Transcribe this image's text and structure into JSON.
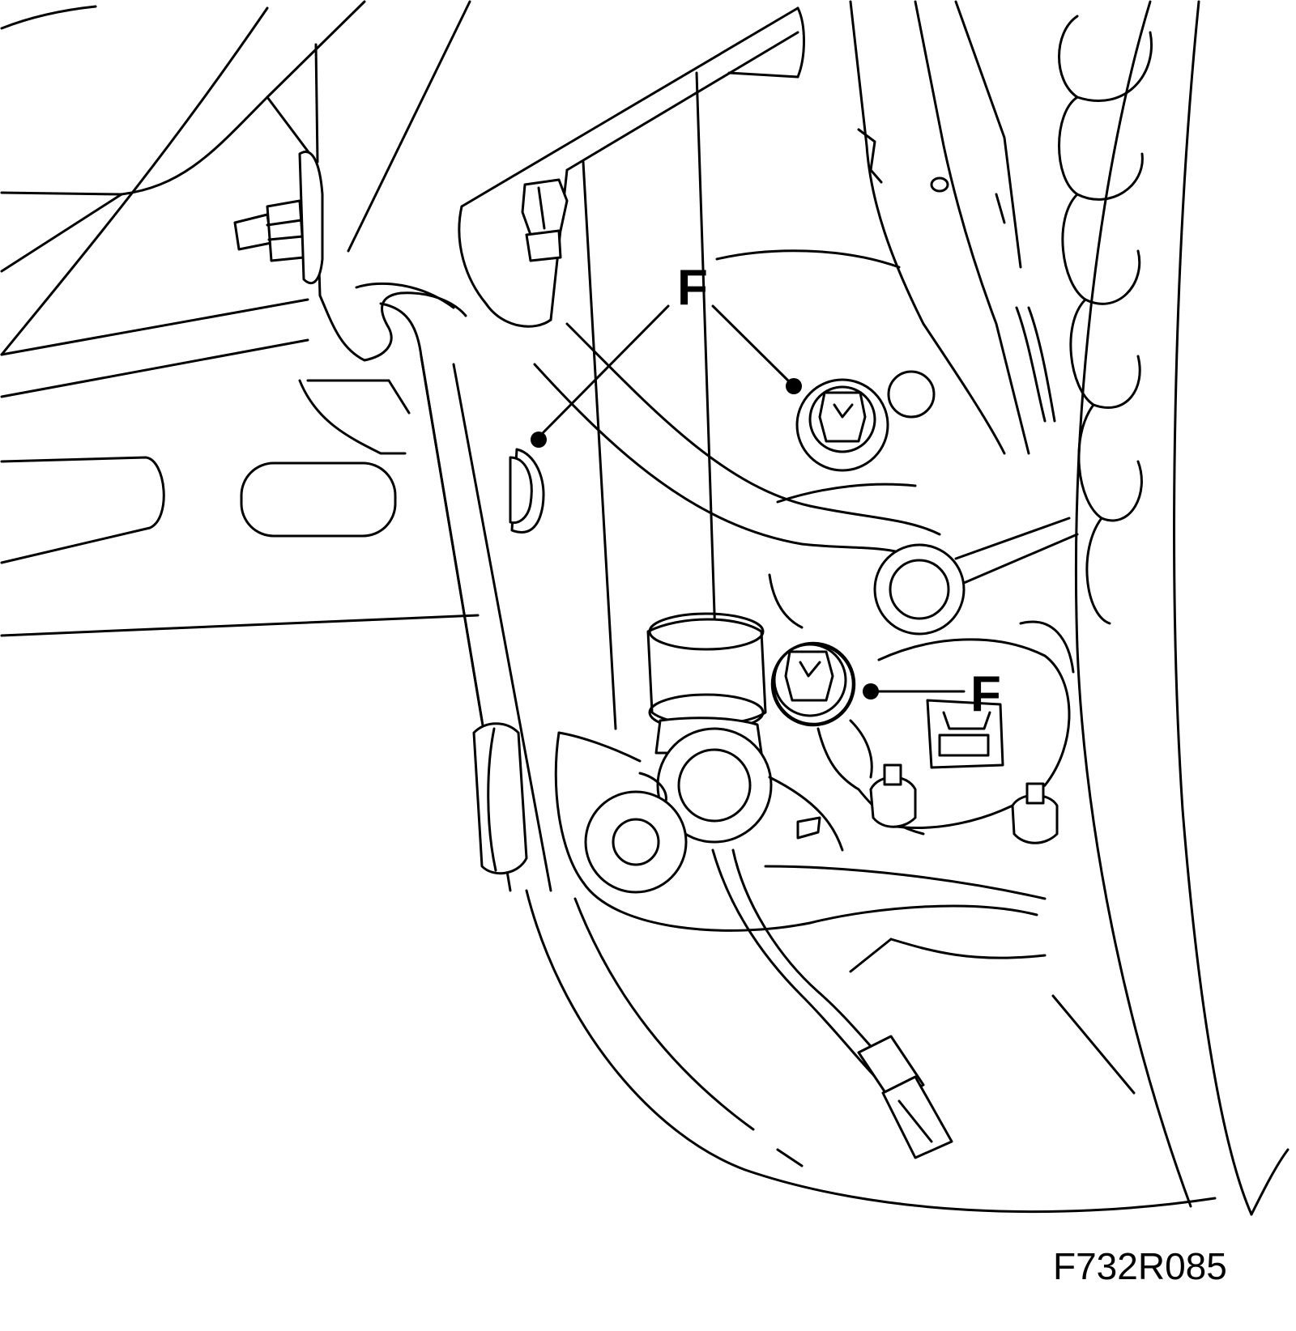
{
  "callouts": {
    "top_label": "F",
    "right_label": "F"
  },
  "figure": {
    "id": "F732R085"
  },
  "colors": {
    "line": "#000000",
    "background": "#ffffff"
  }
}
